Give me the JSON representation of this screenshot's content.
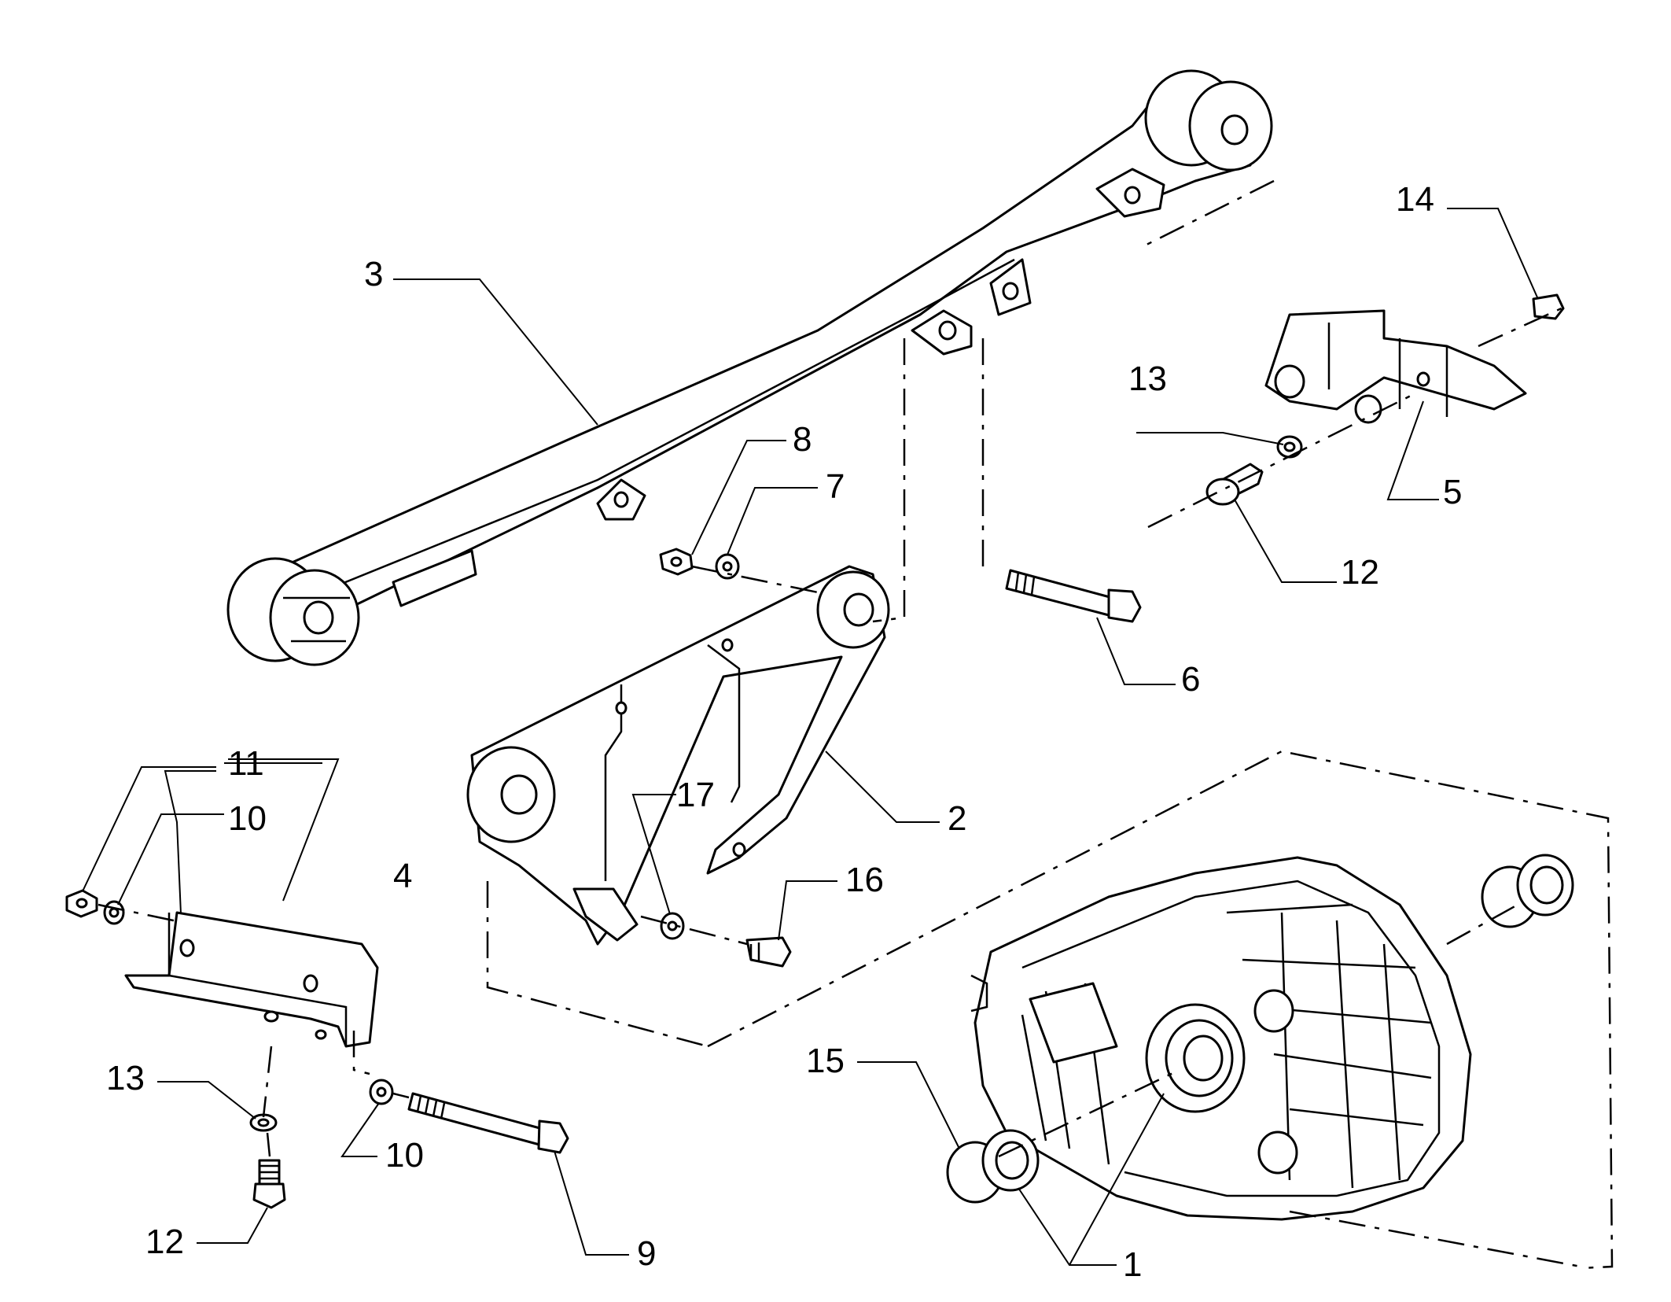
{
  "callouts": {
    "c1": "1",
    "c2": "2",
    "c3": "3",
    "c4": "4",
    "c5": "5",
    "c6": "6",
    "c7": "7",
    "c8": "8",
    "c9": "9",
    "c10a": "10",
    "c10b": "10",
    "c11": "11",
    "c12a": "12",
    "c12b": "12",
    "c13a": "13",
    "c13b": "13",
    "c14": "14",
    "c15": "15",
    "c16": "16",
    "c17": "17"
  }
}
